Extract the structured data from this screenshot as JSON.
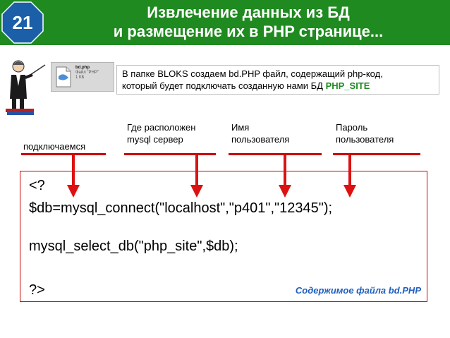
{
  "header": {
    "slide_number": "21",
    "title_line1": "Извлечение данных из БД",
    "title_line2": "и размещение их в  PHP странице...",
    "colors": {
      "bar": "#1f8a1f",
      "badge": "#1a5fa8"
    }
  },
  "file_icon": {
    "name": "bd.php",
    "type": "Файл \"PHP\"",
    "size": "1 КБ"
  },
  "info": {
    "line1": "В папке BLOKS создаем bd.PHP файл, содержащий php-код,",
    "line2_prefix": "который будет подключать созданную нами БД ",
    "db_name": "PHP_SITE"
  },
  "labels": {
    "connect": "подключаемся",
    "server_line1": "Где расположен",
    "server_line2": "mysql сервер",
    "user_line1": "Имя",
    "user_line2": "пользователя",
    "pass_line1": "Пароль",
    "pass_line2": "пользователя"
  },
  "code": {
    "line1": "<?",
    "line2": "$db=mysql_connect(\"localhost\",\"p401\",\"12345\");",
    "line3": "mysql_select_db(\"php_site\",$db);",
    "line4": "?>",
    "caption": "Содержимое файла bd.PHP"
  },
  "accent_colors": {
    "arrow": "#dd1111",
    "caption": "#1f5fbf",
    "highlight": "#1f8a1f"
  }
}
